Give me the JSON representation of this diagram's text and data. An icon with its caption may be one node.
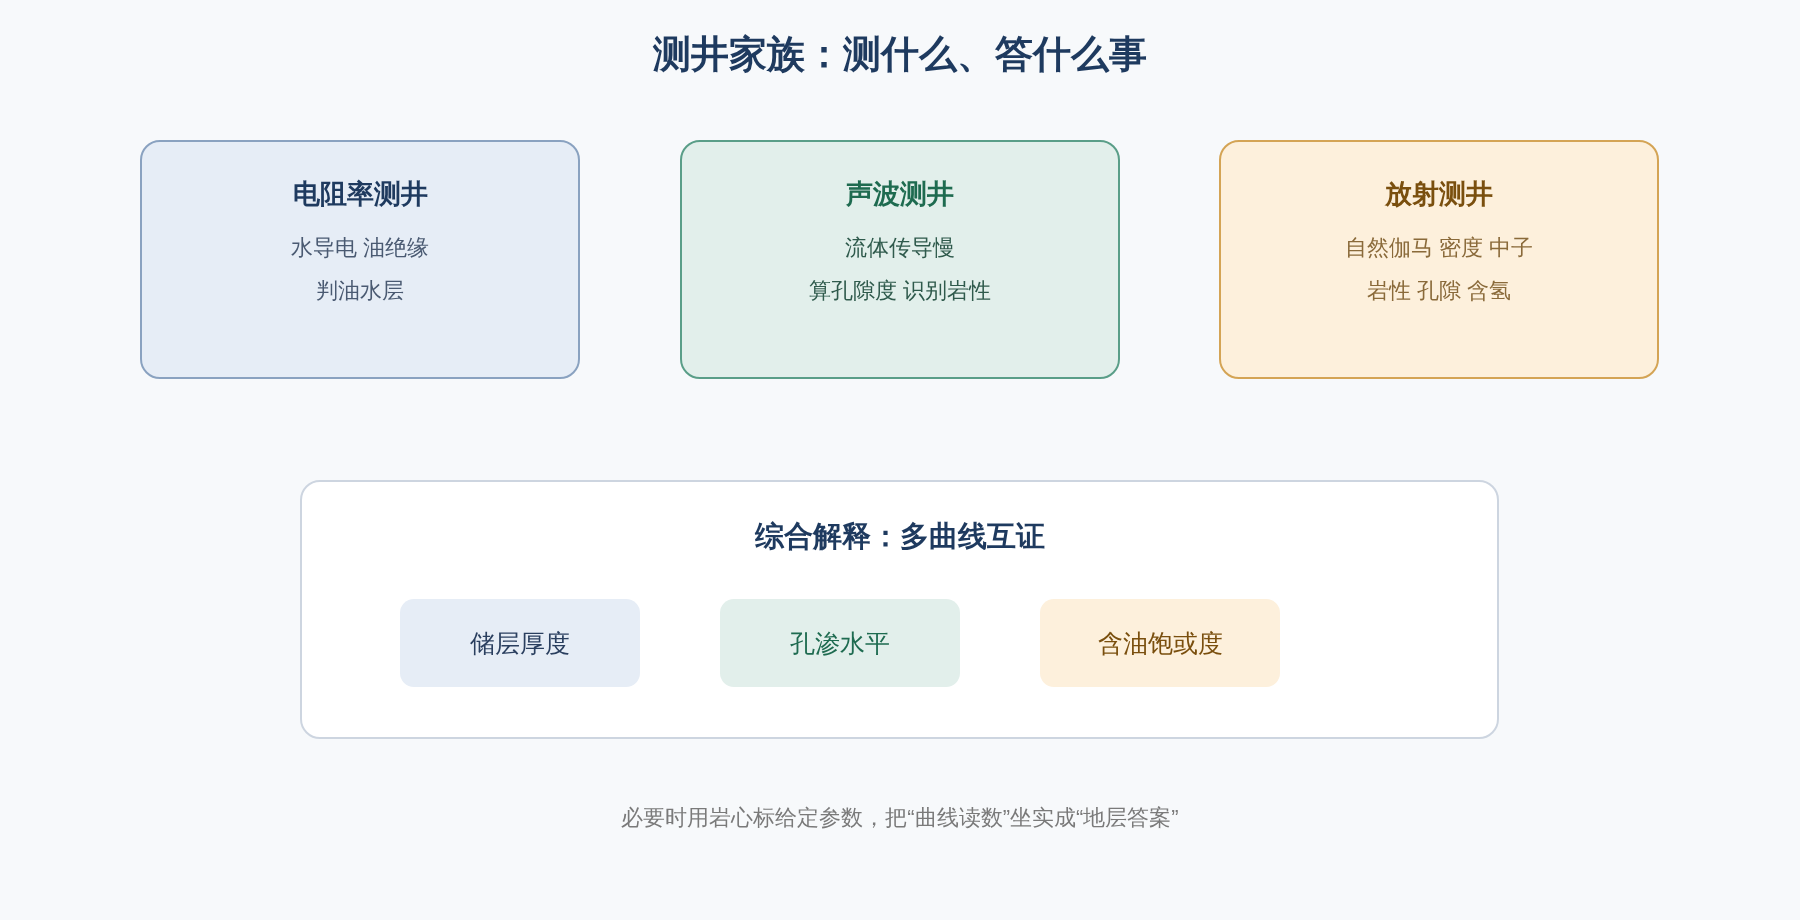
{
  "diagram": {
    "title": "测井家族：测什么、答什么事",
    "caption": "必要时用岩心标给定参数，把“曲线读数”坐实成“地层答案”",
    "nodes": [
      {
        "text": [
          "电阻率测井",
          "水导电 油绝缘",
          "判油水层"
        ]
      },
      {
        "text": [
          "声波测井",
          "流体传导慢",
          "算孔隙度 识别岩性"
        ]
      },
      {
        "text": [
          "放射测井",
          "自然伽马 密度 中子",
          "岩性 孔隙 含氢"
        ]
      },
      {
        "text": [
          "综合解释：多曲线互证"
        ]
      },
      {
        "text": [
          "储层厚度"
        ],
        "in": 3
      },
      {
        "text": [
          "孔渗水平"
        ],
        "in": 3
      },
      {
        "text": [
          "含油饱或度"
        ],
        "in": 3
      }
    ]
  }
}
